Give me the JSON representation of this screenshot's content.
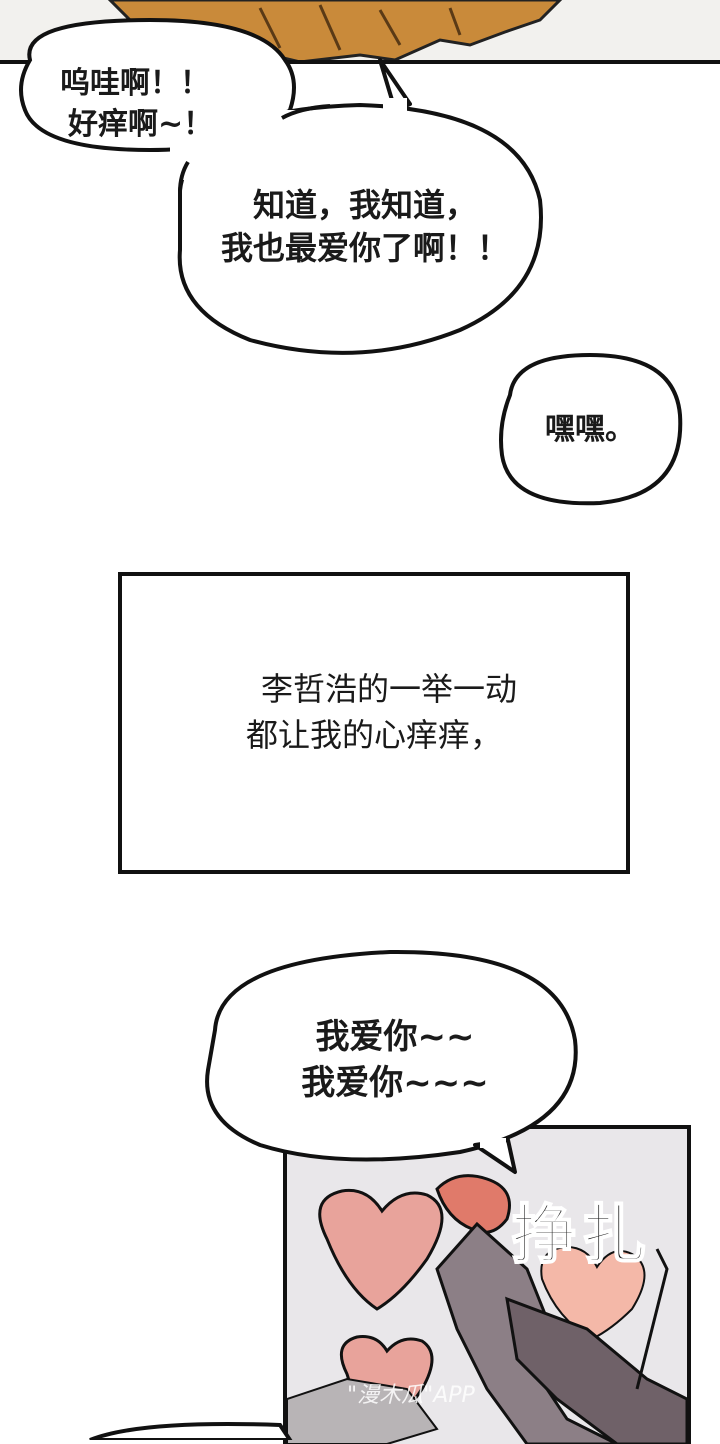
{
  "bubbles": {
    "b1": {
      "line1": "呜哇啊！！",
      "line2": "好痒啊~！"
    },
    "b2": {
      "line1": "知道，我知道，",
      "line2": "我也最爱你了啊！！"
    },
    "b3": {
      "line1": "嘿嘿。"
    },
    "b4": {
      "line1": "我爱你~~",
      "line2": "我爱你~~~"
    }
  },
  "narration": {
    "line1": "李哲浩的一举一动",
    "line2": "都让我的心痒痒，"
  },
  "sfx": {
    "text": "挣扎"
  },
  "watermark": {
    "text": "\"漫木瓜\"APP"
  },
  "colors": {
    "ink": "#111111",
    "hair": "#c98a3a",
    "heart": "#e8a39b",
    "panel_bg": "#e9e7ea"
  }
}
